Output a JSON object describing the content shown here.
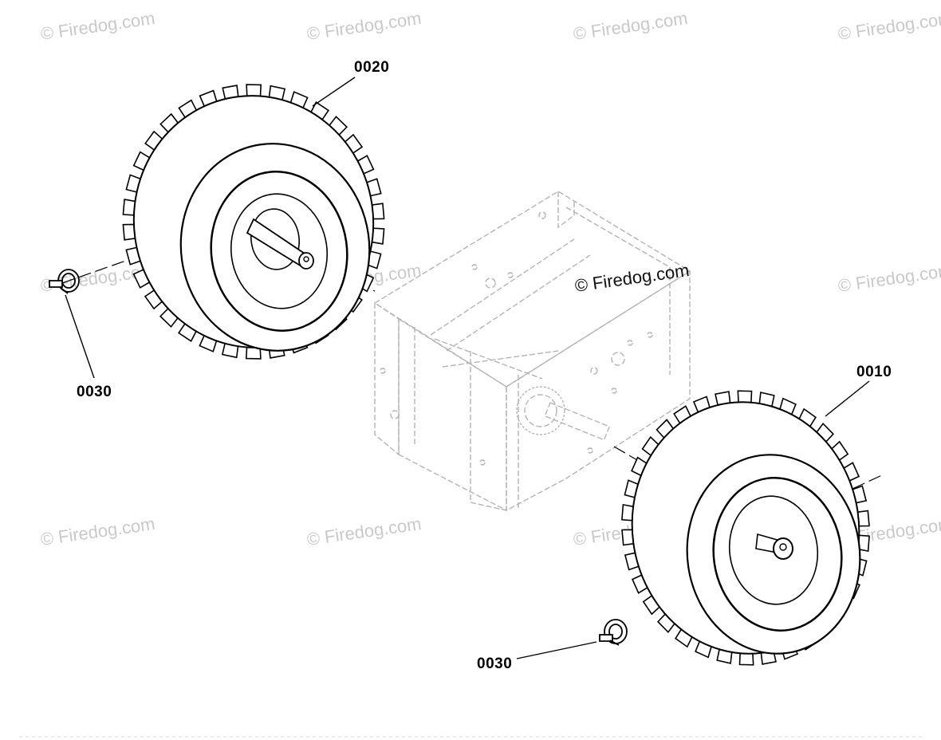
{
  "diagram": {
    "watermark_text": "© Firedog.com",
    "callouts": {
      "rear_left_wheel": "0020",
      "rear_right_wheel": "0010",
      "pin_left": "0030",
      "pin_right": "0030"
    }
  },
  "colors": {
    "line": "#000000",
    "ghost": "#b0b0b0",
    "watermark": "#c9c9c9"
  }
}
